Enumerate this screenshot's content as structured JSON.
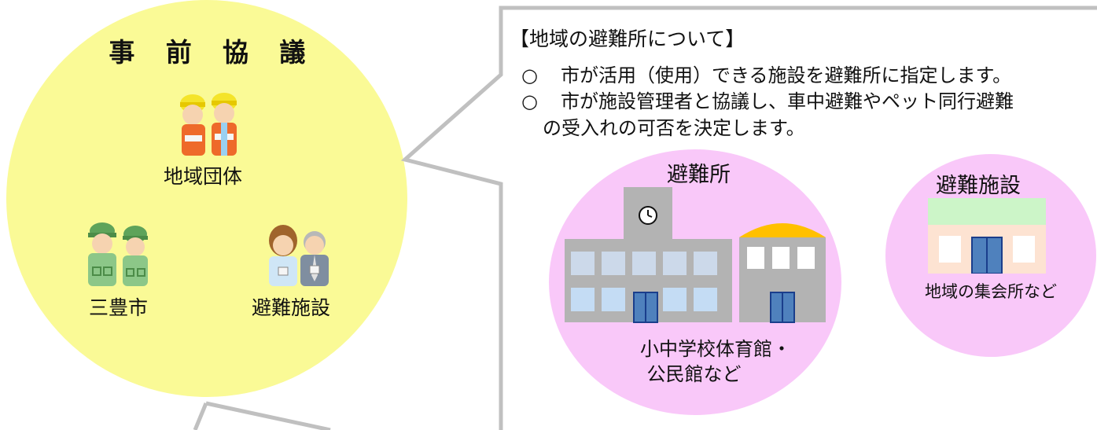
{
  "meeting": {
    "title_chars": [
      "事",
      "前",
      "協",
      "議"
    ],
    "group_local": "地域団体",
    "group_city": "三豊市",
    "group_facility": "避難施設"
  },
  "panel": {
    "heading": "【地域の避難所について】",
    "bullet_mark": "○",
    "bullet1": "市が活用（使用）できる施設を避難所に指定します。",
    "bullet2_line1": "市が施設管理者と協議し、車中避難やペット同行避難",
    "bullet2_line2": "の受入れの可否を決定します。"
  },
  "shelter": {
    "title": "避難所",
    "caption_line1": "小中学校体育館・",
    "caption_line2": "公民館など"
  },
  "facility": {
    "title": "避難施設",
    "caption": "地域の集会所など"
  },
  "colors": {
    "yellow": "#fafa96",
    "pink": "#f9c8f9",
    "callout_border": "#c0c0c0",
    "building_gray": "#b3b3b3",
    "window_light": "#ccd9ea",
    "window_blue": "#c4dcf4",
    "door_blue": "#4f81bd",
    "dome_orange": "#ffc000",
    "roof_green": "#ccf5c8",
    "wall_peach": "#fde3d2"
  }
}
